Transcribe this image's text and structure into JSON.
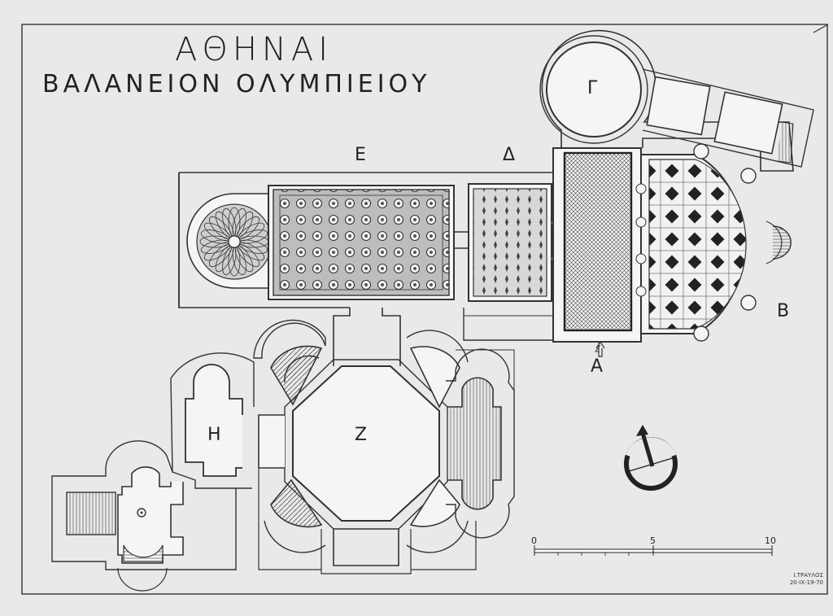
{
  "title_city": "ΑΘΗΝΑΙ",
  "title_building": "ΒΑΛΑΝΕΙΟΝ ΟΛΥΜΠΙΕΙΟΥ",
  "room_labels": {
    "A": "Α",
    "B": "Β",
    "G": "Γ",
    "D": "Δ",
    "E": "Ε",
    "Z": "Ζ",
    "H": "Η"
  },
  "scale_bar": {
    "ticks": [
      "0",
      "5",
      "10"
    ]
  },
  "signature": {
    "name": "Ι.ΤΡΑΥΛΟΣ",
    "date": "20-ΙΧ-19-70"
  },
  "colors": {
    "paper": "#e9e9e7",
    "ink": "#222222",
    "mosaic_fill": "#8a8a88"
  }
}
